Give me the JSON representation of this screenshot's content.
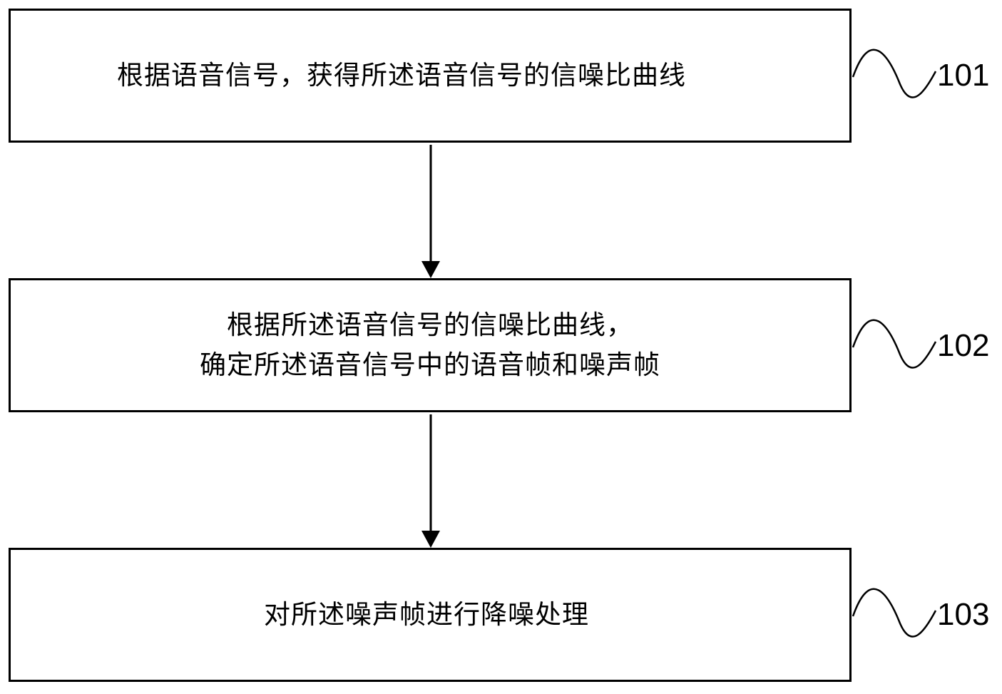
{
  "steps": [
    {
      "ref": "101",
      "lines": [
        "根据语音信号，获得所述语音信号的信噪比曲线"
      ]
    },
    {
      "ref": "102",
      "lines": [
        "根据所述语音信号的信噪比曲线，",
        "确定所述语音信号中的语音帧和噪声帧"
      ]
    },
    {
      "ref": "103",
      "lines": [
        "对所述噪声帧进行降噪处理"
      ]
    }
  ],
  "colors": {
    "stroke": "#000000",
    "background": "#ffffff"
  }
}
